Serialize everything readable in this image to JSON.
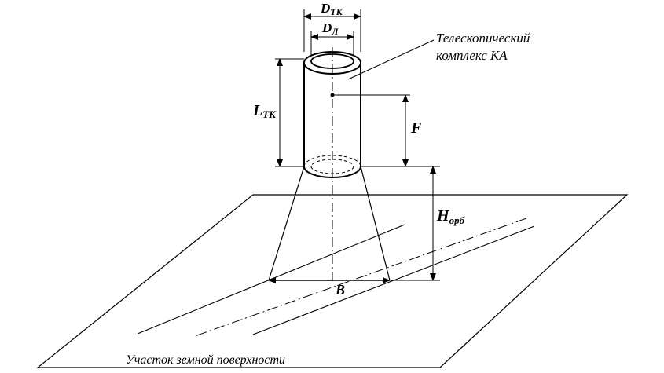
{
  "labels": {
    "d_tk_main": "D",
    "d_tk_sub": "ТК",
    "d_l_main": "D",
    "d_l_sub": "Л",
    "l_tk_main": "L",
    "l_tk_sub": "ТК",
    "f": "F",
    "h_orb_main": "H",
    "h_orb_sub": "орб",
    "b": "B",
    "telescope_line1": "Телескопический",
    "telescope_line2": "комплекс КА",
    "surface": "Участок земной поверхности"
  }
}
